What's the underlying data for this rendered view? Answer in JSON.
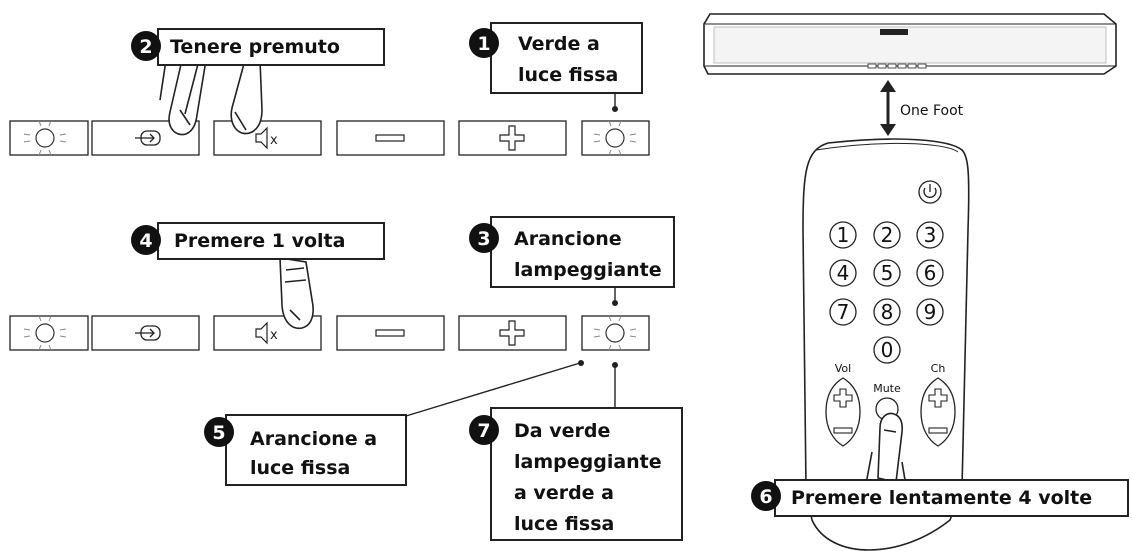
{
  "steps": {
    "s1": {
      "num": "1",
      "line1": "Verde a",
      "line2": "luce fissa"
    },
    "s2": {
      "num": "2",
      "line1": "Tenere premuto"
    },
    "s3": {
      "num": "3",
      "line1": "Arancione",
      "line2": "lampeggiante"
    },
    "s4": {
      "num": "4",
      "line1": "Premere 1 volta"
    },
    "s5": {
      "num": "5",
      "line1": "Arancione a",
      "line2": "luce fissa"
    },
    "s6": {
      "num": "6",
      "line1": "Premere lentamente 4 volte"
    },
    "s7": {
      "num": "7",
      "line1": "Da verde",
      "line2": "lampeggiante",
      "line3": "a verde a",
      "line4": "luce fissa"
    }
  },
  "distance_label": "One Foot",
  "remote": {
    "digits": [
      "1",
      "2",
      "3",
      "4",
      "5",
      "6",
      "7",
      "8",
      "9",
      "0"
    ],
    "vol_label": "Vol",
    "ch_label": "Ch",
    "mute_label": "Mute"
  },
  "panel_icons": [
    "led-indicator",
    "input-source",
    "mute",
    "volume-down",
    "volume-up",
    "led-indicator"
  ]
}
